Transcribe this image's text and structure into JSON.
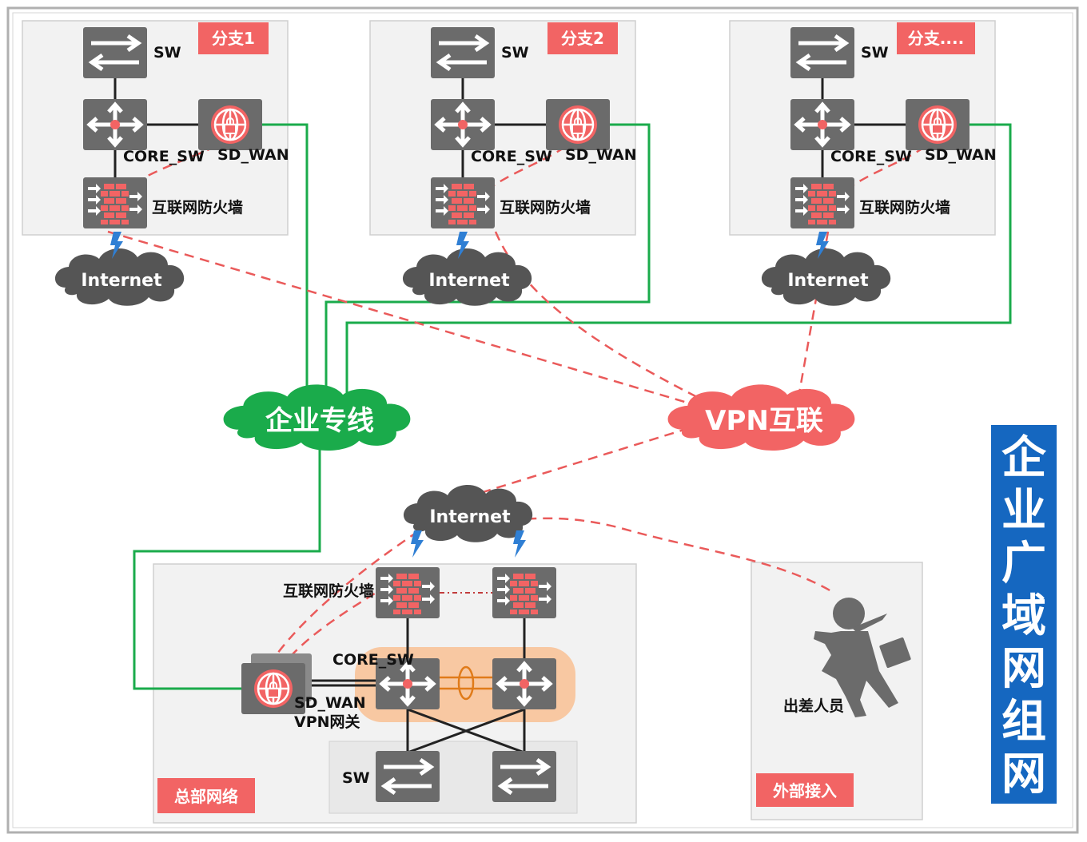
{
  "title": "企业广域网组网",
  "branches": [
    {
      "tag": "分支1",
      "sw": "SW",
      "core": "CORE_SW",
      "sdwan": "SD_WAN",
      "firewall": "互联网防火墙",
      "internet": "Internet"
    },
    {
      "tag": "分支2",
      "sw": "SW",
      "core": "CORE_SW",
      "sdwan": "SD_WAN",
      "firewall": "互联网防火墙",
      "internet": "Internet"
    },
    {
      "tag": "分支....",
      "sw": "SW",
      "core": "CORE_SW",
      "sdwan": "SD_WAN",
      "firewall": "互联网防火墙",
      "internet": "Internet"
    }
  ],
  "clouds": {
    "private_line": "企业专线",
    "vpn": "VPN互联",
    "hq_internet": "Internet"
  },
  "hq": {
    "tag": "总部网络",
    "firewall": "互联网防火墙",
    "core": "CORE_SW",
    "sdwan": "SD_WAN",
    "vpn_gateway": "VPN网关",
    "sw": "SW"
  },
  "external": {
    "tag": "外部接入",
    "traveler": "出差人员"
  },
  "colors": {
    "device_gray": "#6b6b6b",
    "panel_bg": "#f2f2f2",
    "accent_red": "#f26464",
    "private_green": "#1aab4b",
    "title_blue": "#1567c0",
    "internet_cloud": "#555555",
    "lacp_orange": "#f8c8a2"
  }
}
